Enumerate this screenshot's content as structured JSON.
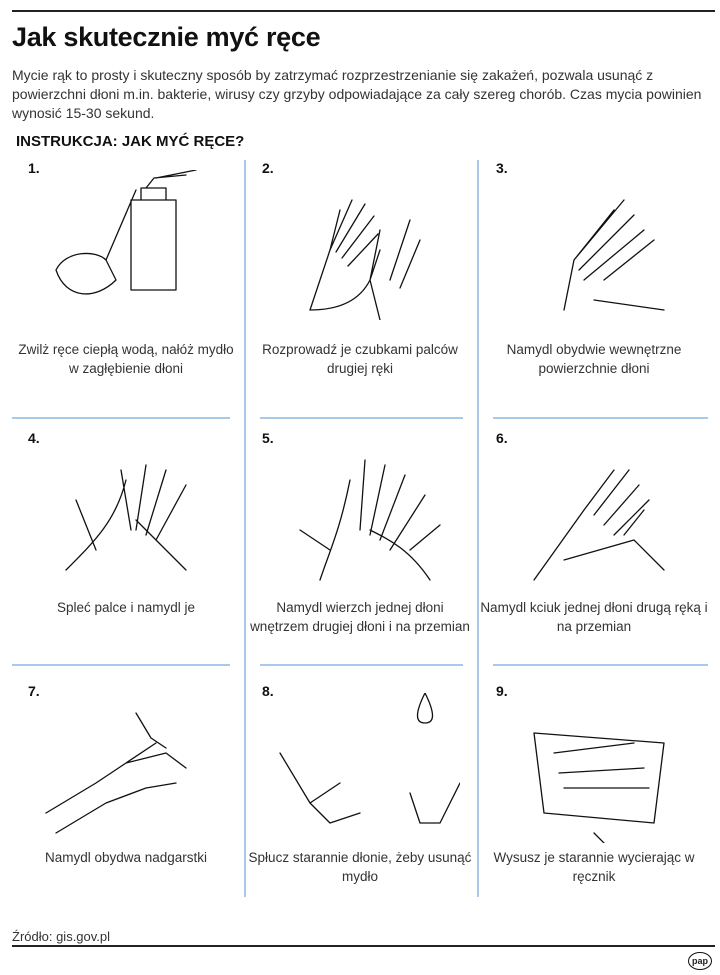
{
  "title": "Jak skutecznie myć ręce",
  "intro": "Mycie rąk to prosty i skuteczny sposób by zatrzymać rozprzestrzenianie się zakażeń, pozwala usunąć z powierzchni dłoni m.in. bakterie, wirusy czy grzyby odpowiadające za cały szereg  chorób. Czas mycia powinien wynosić 15-30 sekund.",
  "subheading": "INSTRUKCJA: JAK MYĆ RĘCE?",
  "steps": [
    {
      "number": "1.",
      "caption": "Zwilż ręce ciepłą wodą, nałóż mydło w zagłębienie dłoni"
    },
    {
      "number": "2.",
      "caption": "Rozprowadź je czubkami palców drugiej ręki"
    },
    {
      "number": "3.",
      "caption": "Namydl obydwie wewnętrzne powierzchnie dłoni"
    },
    {
      "number": "4.",
      "caption": "Spleć palce i namydl je"
    },
    {
      "number": "5.",
      "caption": "Namydl wierzch jednej dłoni wnętrzem drugiej dłoni i na przemian"
    },
    {
      "number": "6.",
      "caption": "Namydl kciuk jednej dłoni drugą ręką i na przemian"
    },
    {
      "number": "7.",
      "caption": "Namydl obydwa nadgarstki"
    },
    {
      "number": "8.",
      "caption": "Spłucz starannie dłonie, żeby usunąć mydło"
    },
    {
      "number": "9.",
      "caption": "Wysusz je starannie wycierając w ręcznik"
    }
  ],
  "source": "Źródło: gis.gov.pl",
  "logo": "pap",
  "colors": {
    "divider": "#a9c8ea",
    "text": "#333333"
  }
}
